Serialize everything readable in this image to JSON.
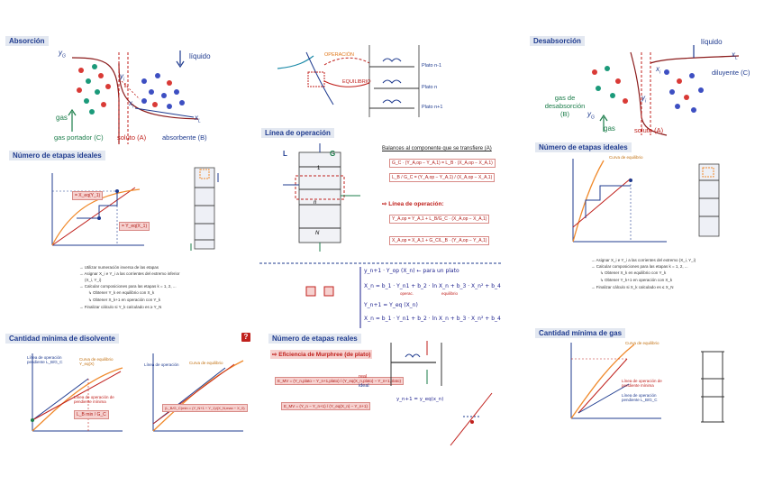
{
  "absorption": {
    "title": "Absorción",
    "yG": "y",
    "yG_sub": "G",
    "liquido": "líquido",
    "y1": "y",
    "y1_sub": "i",
    "x1": "x",
    "x1_sub": "i",
    "xL": "x",
    "xL_sub": "L",
    "gas": "gas",
    "gas_portador": "gas portador (C)",
    "soluto": "soluto (A)",
    "absorbente": "absorbente (B)",
    "interface": "I"
  },
  "desorption": {
    "title": "Desabsorción",
    "liquido": "líquido",
    "xL": "x",
    "xL_sub": "L",
    "xi": "x",
    "xi_sub": "i",
    "diluyente": "diluyente (C)",
    "gas_de_desabsorcion": "gas de desabsorción (B)",
    "yi": "y",
    "yi_sub": "i",
    "yG": "y",
    "yG_sub": "G",
    "gas": "gas",
    "soluto": "soluto (A)"
  },
  "ideal_stages_abs": {
    "title": "Número de etapas ideales",
    "steps": [
      "→ Utilizar numeración inversa de las etapas",
      "→ Asignar X_i e Y_i a las corrientes del extremo inferior",
      "(X_i, Y_i)",
      "→ Calcular composiciones para las etapas  k = 1, 2, ...",
      "↳ Obtener Y_k en equilibrio con X_k",
      "↳ Obtener X_k+1 en operación con Y_k",
      "→ Finalizar cálculo si Y_k calculado es ≥ Y_N"
    ],
    "eq_label": "= Y_eq(X_1)",
    "eq_label2": "= X_eq(Y_1)"
  },
  "operation_line": {
    "title": "Línea de operación",
    "balance": "Balances al componente que se transfiere (A)",
    "eq1": "G_C · (Y_A,op − Y_A,1) = L_B · (X_A,op − X_A,1)",
    "eq2_left": "L_B / G_C",
    "eq2_right": "(Y_A,op − Y_A,1) / (X_A,op − X_A,1)",
    "subtitle": "⇨ Línea de operación:",
    "eq3": "Y_A,op = Y_A,1 + L_B/G_C · (X_A,op − X_A,1)",
    "eq4": "X_A,op = X_A,1 + G_C/L_B · (Y_A,op − Y_A,1)",
    "LB": "L",
    "GC": "G",
    "N": "N",
    "n": "n",
    "one": "1"
  },
  "top_center": {
    "operacion": "OPERACIÓN",
    "equilibrio": "EQUILIBRIO",
    "plato_n1": "Plato n-1",
    "plato_n": "Plato n",
    "plato_n_plus": "Plato n+1"
  },
  "handwritten": {
    "line1": "y_n+1 · Y_op (X_n)   ← para un plato",
    "line2": "X_n = b_1 · Y_n1 + b_2 · ln X_n + b_3 · X_n² + b_4",
    "line3": "Y_n+1 = Y_eq (X_n)",
    "line4": "X_n = b_1 · Y_n1 + b_2 · ln X_n + b_3 · X_n² + b_4",
    "note_oper": "operac.",
    "note_equil": "equilibrio"
  },
  "min_solvent": {
    "title": "Cantidad mínima de disolvente",
    "linea_op": "Línea de operación pendiente L_B/G_C",
    "curva_eq": "Curva de equilibrio Y_eq(X)",
    "linea_op_min": "Línea de operación de pendiente mínima",
    "curva_eq2": "Curva de equilibrio",
    "linea_op2": "Línea de operación",
    "lmin": "L_B min / G_C",
    "ratio": "(L_B/G_C)min = (Y_N+1 − Y_1)/(X_N,max − X_0)"
  },
  "real_stages": {
    "title": "Número de etapas reales",
    "murphree": "⇨ Eficiencia de Murphree (de plato)",
    "real": "real",
    "ideal": "ideal",
    "eq_murphree": "E_MV = (Y_n,plato − Y_n+1,plato) / (Y_eq(X_n,plato) − Y_n+1,plato)",
    "eq_murphree2": "E_MV = (Y_n − Y_n+1) / (Y_eq(X_n) − Y_n+1)",
    "yeq": "y_n+1 = y_eq(x_n)"
  },
  "ideal_stages_des": {
    "title": "Número de etapas ideales",
    "curva": "Curva de equilibrio",
    "steps": [
      "→ Asignar X_i e Y_i a las corrientes del extremo (X_i, Y_i)",
      "→ Calcular composiciones para las etapas  k = 1, 2, ...",
      "↳ Obtener X_k en equilibrio con Y_k",
      "↳ Obtener Y_k+1 en operación con X_k",
      "→ Finalizar cálculo si X_k calculado es ≤ X_N"
    ]
  },
  "min_gas": {
    "title": "Cantidad mínima de gas",
    "curva": "Curva de equilibrio",
    "op_min": "Línea de operación de pendiente mínima",
    "op": "Línea de operación pendiente L_B/G_C"
  },
  "help_icon": "?",
  "colors": {
    "title_blue": "#1f3b8f",
    "red": "#c0201c",
    "green": "#1b7d4a",
    "orange": "#f08a2c",
    "title_bg": "#e3e8f1"
  }
}
